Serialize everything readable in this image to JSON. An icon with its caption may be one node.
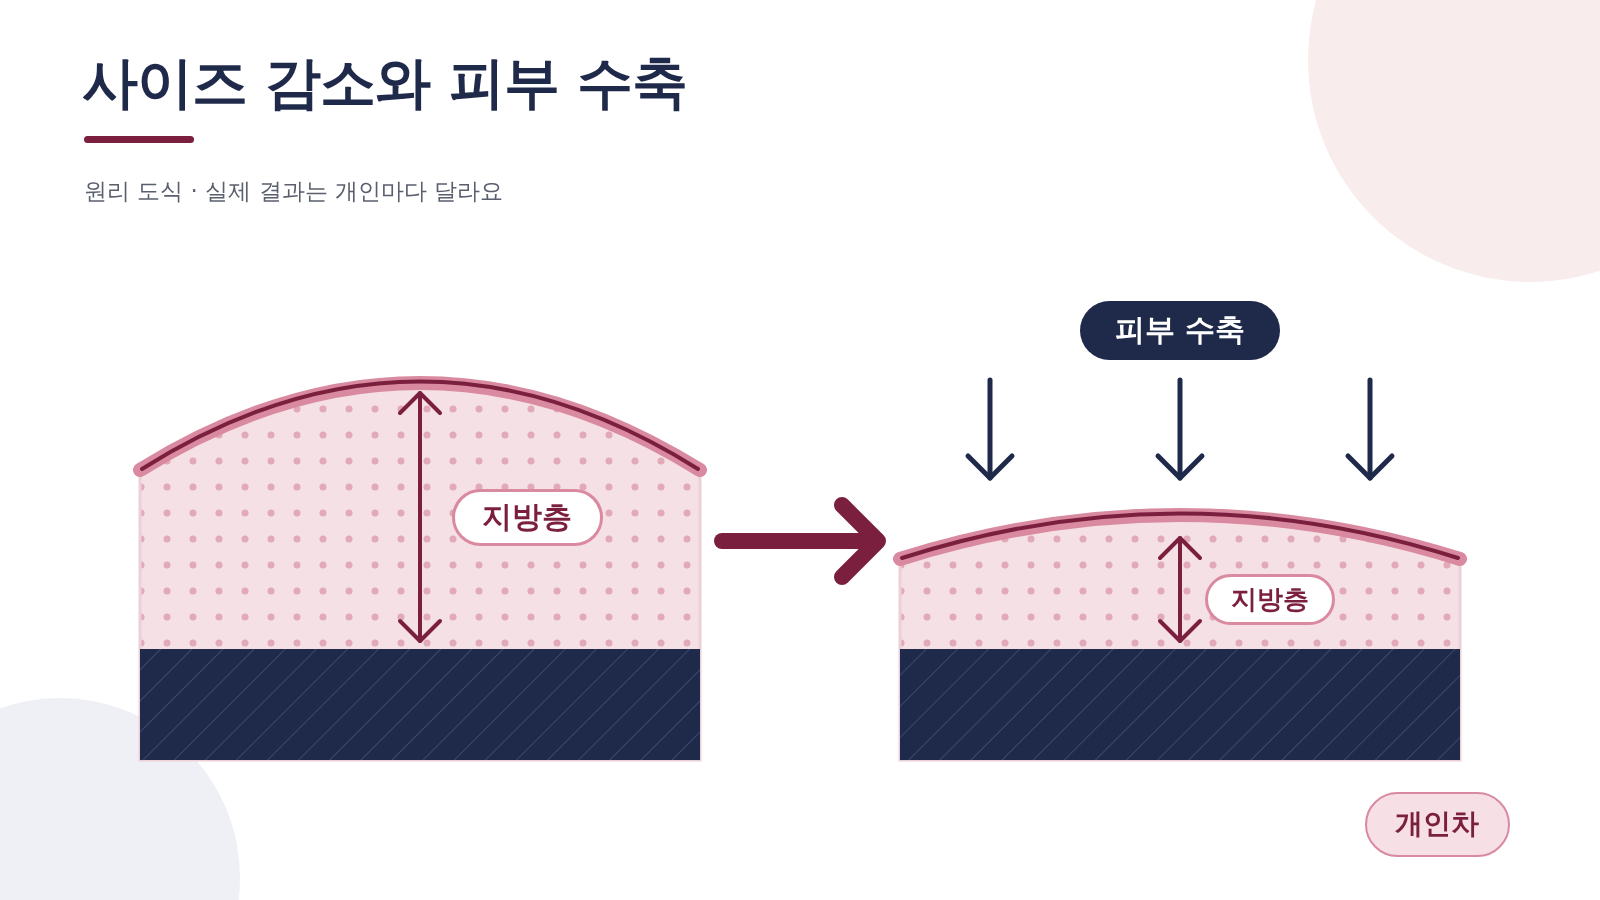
{
  "diagram": {
    "title": "사이즈 감소와 피부 수축",
    "nodes": [
      {
        "text": [
          "지방층"
        ]
      },
      {
        "text": [
          "지방층"
        ]
      },
      {
        "text": [
          "피부 수축"
        ]
      },
      {
        "text": [
          "개인차"
        ]
      }
    ],
    "edges": [
      {
        "from": 0,
        "to": 1,
        "arrow": "to"
      }
    ],
    "labels": [
      "원리 도식 · 실제 결과는 개인마다 달라요"
    ]
  }
}
